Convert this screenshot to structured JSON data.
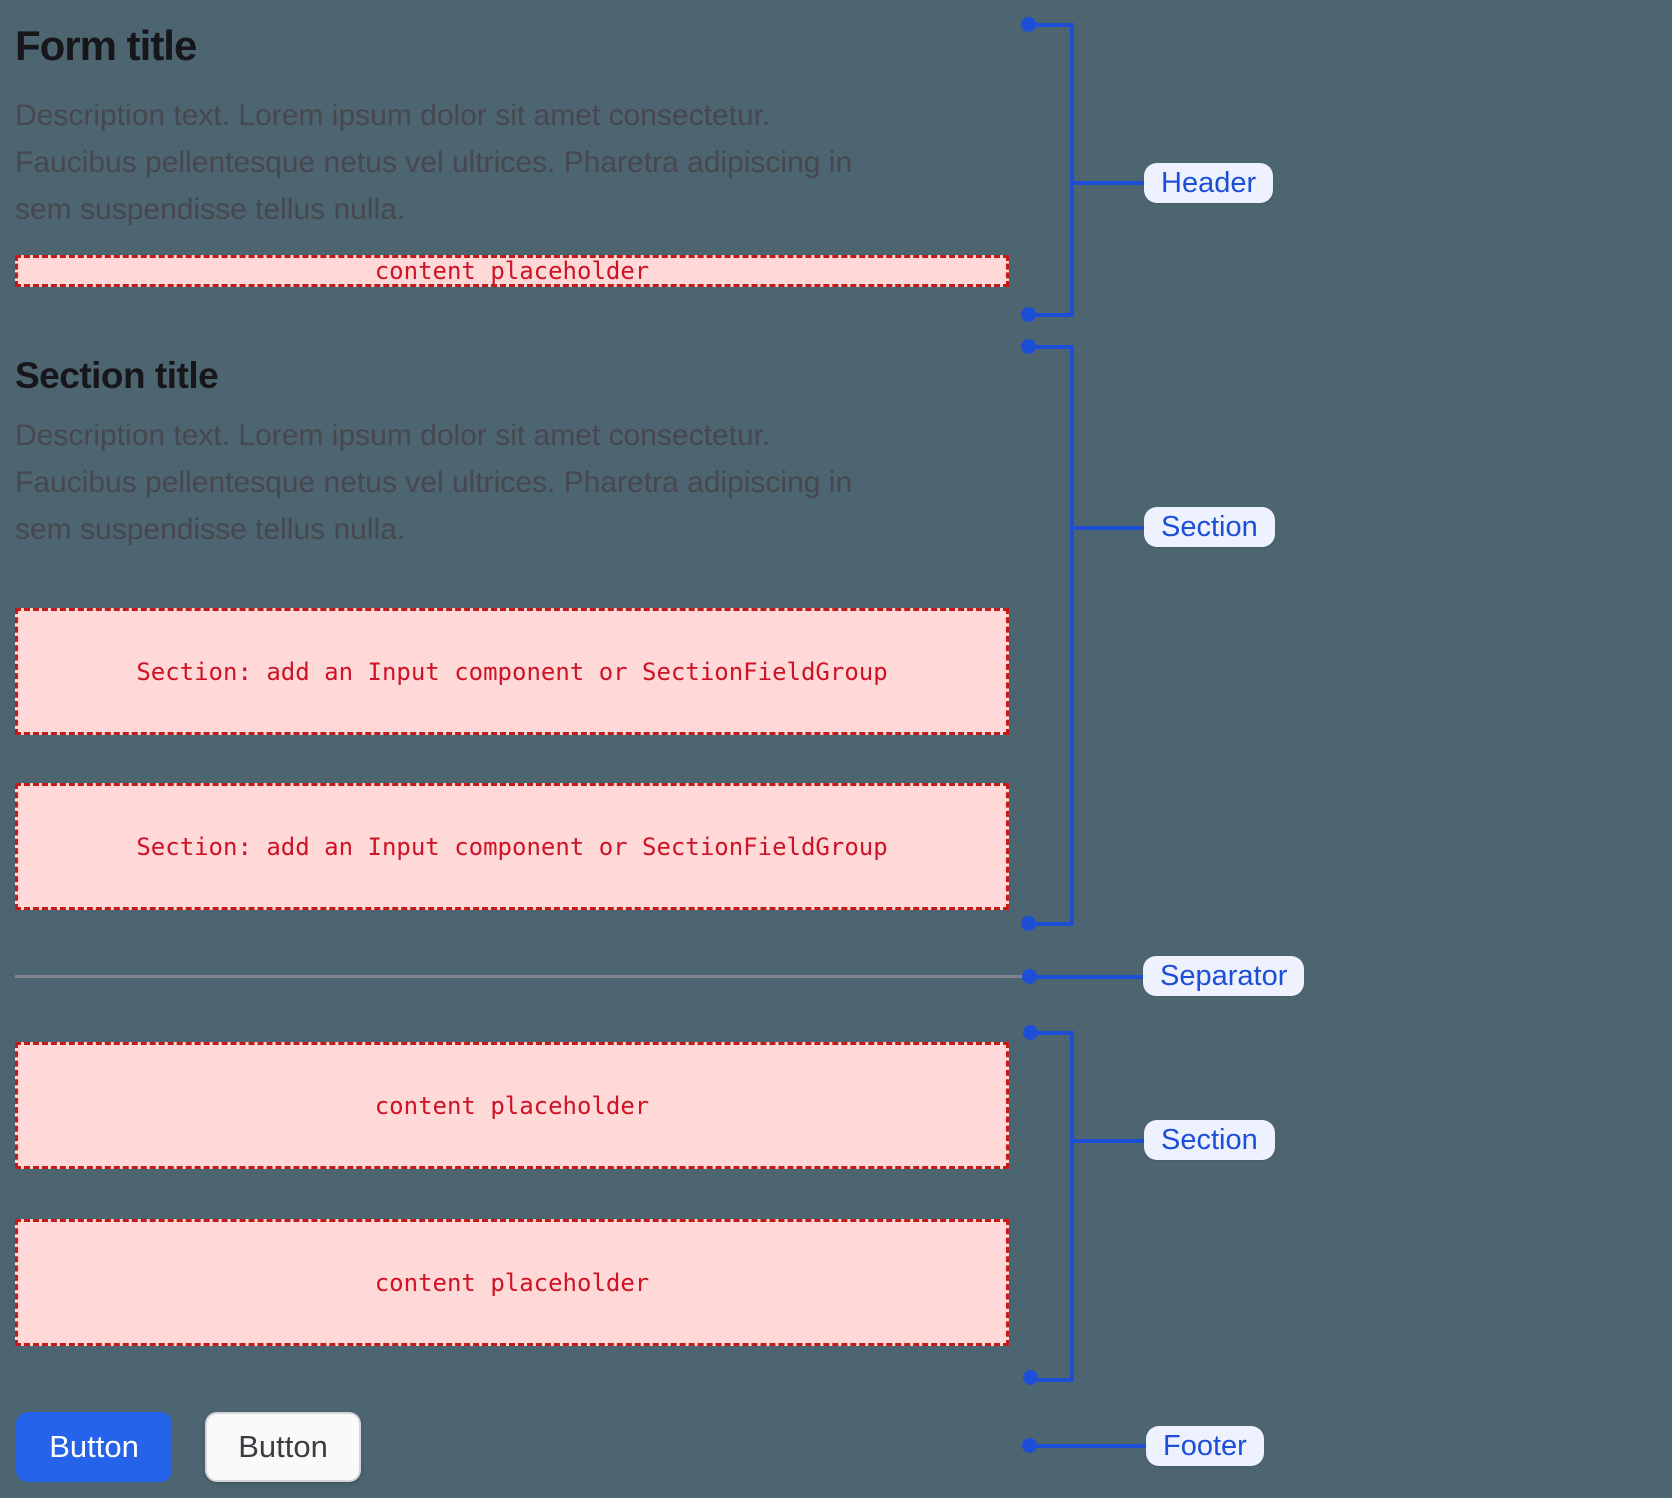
{
  "page": {
    "background": "#4d6570"
  },
  "header": {
    "title": "Form title",
    "description_lines": [
      "Description text. Lorem ipsum dolor sit amet consectetur.",
      "Faucibus pellentesque netus vel ultrices. Pharetra adipiscing in",
      "sem suspendisse tellus nulla."
    ],
    "placeholder": "content placeholder"
  },
  "section": {
    "title": "Section title",
    "description_lines": [
      "Description text. Lorem ipsum dolor sit amet consectetur.",
      "Faucibus pellentesque netus vel ultrices. Pharetra adipiscing in",
      "sem suspendisse tellus nulla."
    ],
    "field_placeholders": [
      "Section: add an Input component or SectionFieldGroup",
      "Section: add an Input component or SectionFieldGroup"
    ]
  },
  "section2": {
    "placeholders": [
      "content placeholder",
      "content placeholder"
    ]
  },
  "footer": {
    "buttons": [
      {
        "label": "Button",
        "variant": "primary"
      },
      {
        "label": "Button",
        "variant": "secondary"
      }
    ]
  },
  "annotations": {
    "header_label": "Header",
    "section1_label": "Section",
    "separator_label": "Separator",
    "section2_label": "Section",
    "footer_label": "Footer"
  },
  "colors": {
    "annotation_blue": "#1d4ed8",
    "pill_background": "#edf2fe",
    "placeholder_background": "#ffd8d8",
    "placeholder_border": "#c41a1a",
    "placeholder_text": "#cd1325",
    "primary_button_background": "#2563eb",
    "separator_gray": "#84848e",
    "title_text": "#17171b",
    "description_text": "#47474f"
  }
}
